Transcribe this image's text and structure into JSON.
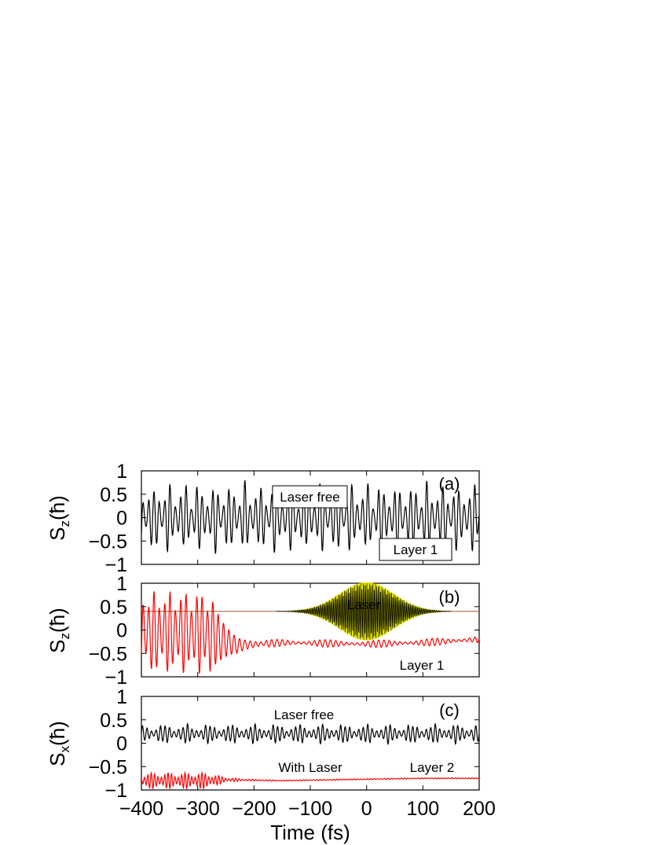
{
  "figure": {
    "xlabel": "Time (fs)",
    "xticks": [
      "−400",
      "−300",
      "−200",
      "−100",
      "0",
      "100",
      "200"
    ],
    "yticks": [
      "1",
      "0.5",
      "0",
      "−0.5",
      "−1"
    ]
  },
  "chart_data": [
    {
      "type": "line",
      "panel_label": "(a)",
      "ylabel_main": "S",
      "ylabel_sub": "z",
      "ylabel_tail": "(ħ)",
      "xlim": [
        -400,
        200
      ],
      "ylim": [
        -1,
        1
      ],
      "annotations": [
        "Laser free",
        "Layer 1"
      ],
      "series": [
        {
          "color": "#000000",
          "kind": "osc",
          "x": [
            -400,
            200
          ],
          "center": 0.0,
          "amplitude": 0.8,
          "period_fs": 9.5,
          "beat_period_fs": 27
        }
      ]
    },
    {
      "type": "line",
      "panel_label": "(b)",
      "ylabel_main": "S",
      "ylabel_sub": "z",
      "ylabel_tail": "(ħ)",
      "xlim": [
        -400,
        200
      ],
      "ylim": [
        -1,
        1
      ],
      "annotations": [
        "Laser",
        "Layer 1"
      ],
      "baseline": {
        "y": 0.4,
        "color": "#a0522d"
      },
      "series": [
        {
          "name": "Laser",
          "color": "#e8e800",
          "kind": "gauss",
          "center_x": 0,
          "center_y": 0.4,
          "amplitude": 0.62,
          "sigma_fs": 48,
          "x": [
            -160,
            150
          ]
        },
        {
          "color": "#ff0000",
          "kind": "red_z",
          "x": [
            -400,
            200
          ],
          "points": [
            [
              -400,
              -0.05
            ],
            [
              -280,
              -0.05
            ],
            [
              -260,
              -0.2
            ],
            [
              -230,
              -0.33
            ],
            [
              -150,
              -0.27
            ],
            [
              0,
              -0.3
            ],
            [
              100,
              -0.27
            ],
            [
              200,
              -0.2
            ]
          ]
        }
      ]
    },
    {
      "type": "line",
      "panel_label": "(c)",
      "ylabel_main": "S",
      "ylabel_sub": "x",
      "ylabel_tail": "(ħ)",
      "xlim": [
        -400,
        200
      ],
      "ylim": [
        -1,
        1
      ],
      "annotations": [
        "Laser free",
        "With Laser",
        "Layer 2"
      ],
      "series": [
        {
          "color": "#000000",
          "kind": "osc",
          "x": [
            -400,
            200
          ],
          "center": 0.2,
          "amplitude": 0.22,
          "period_fs": 8,
          "beat_period_fs": 40
        },
        {
          "color": "#ff0000",
          "kind": "red_x",
          "x": [
            -400,
            200
          ],
          "points": [
            [
              -400,
              -0.8
            ],
            [
              -280,
              -0.8
            ],
            [
              -250,
              -0.78
            ],
            [
              -150,
              -0.8
            ],
            [
              100,
              -0.75
            ],
            [
              200,
              -0.75
            ]
          ]
        }
      ]
    }
  ]
}
